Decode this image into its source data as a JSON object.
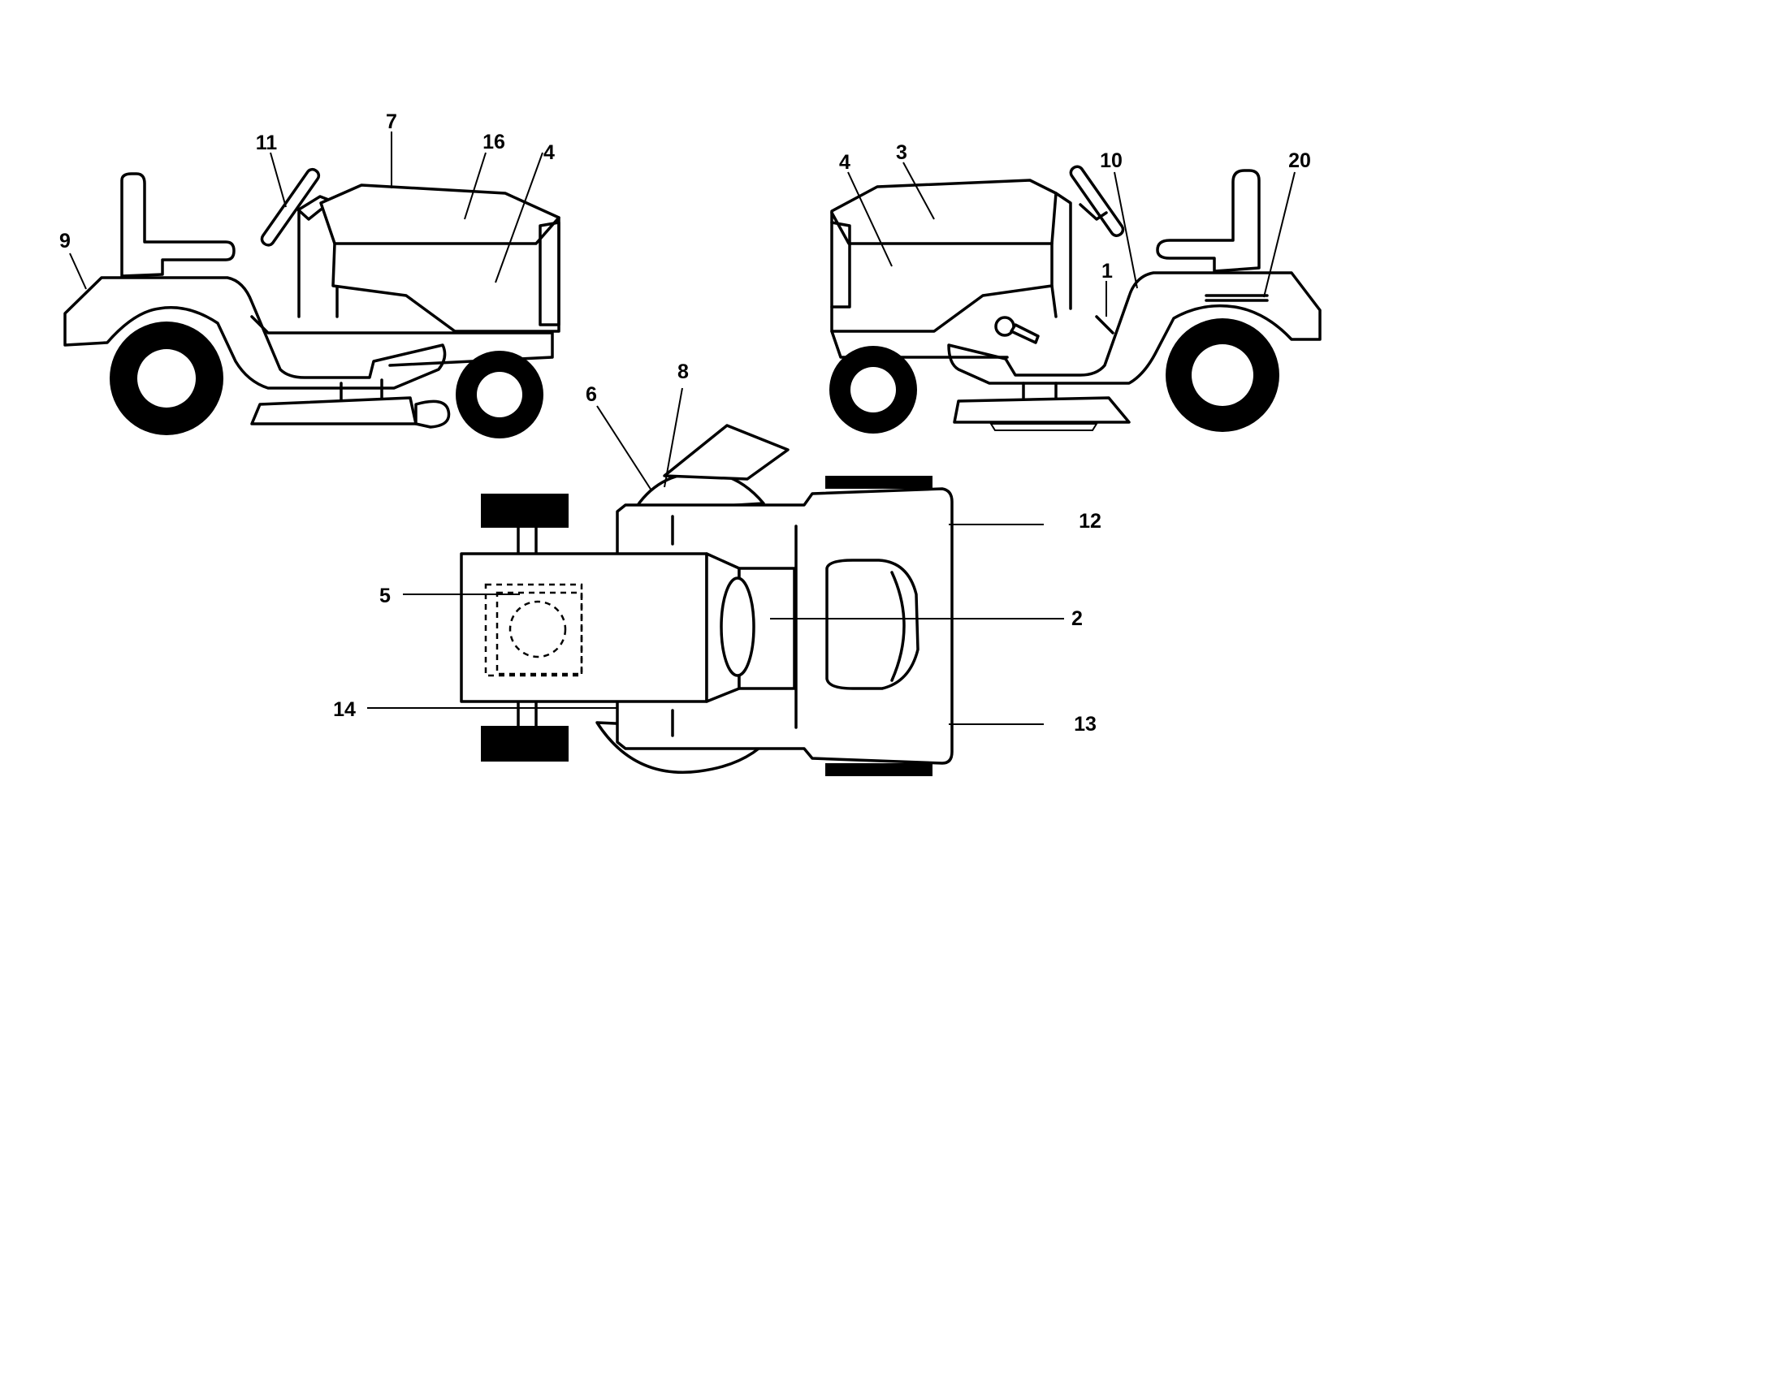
{
  "callouts": {
    "c1": "1",
    "c2": "2",
    "c3": "3",
    "c4_left": "4",
    "c4_right": "4",
    "c5": "5",
    "c6": "6",
    "c7": "7",
    "c8": "8",
    "c9": "9",
    "c10": "10",
    "c11": "11",
    "c12": "12",
    "c13": "13",
    "c14": "14",
    "c16": "16",
    "c20": "20"
  }
}
